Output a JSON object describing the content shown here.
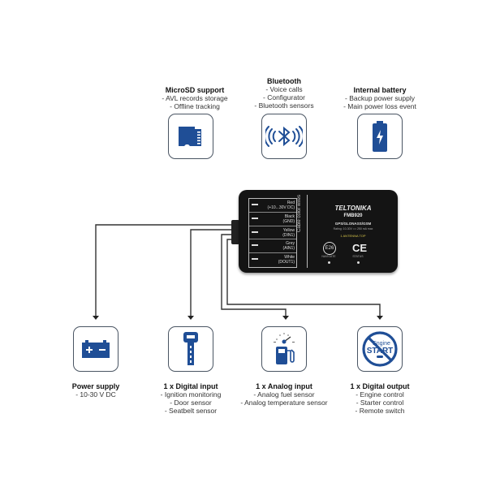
{
  "top_features": [
    {
      "title": "MicroSD support",
      "items": [
        "- AVL records storage",
        "- Offline tracking"
      ],
      "icon": "microsd-card-icon"
    },
    {
      "title": "Bluetooth",
      "items": [
        "- Voice calls",
        "- Configurator",
        "- Bluetooth sensors"
      ],
      "icon": "bluetooth-icon"
    },
    {
      "title": "Internal battery",
      "items": [
        "- Backup power supply",
        "- Main power loss event"
      ],
      "icon": "battery-icon"
    }
  ],
  "device": {
    "brand": "TELTONIKA",
    "model": "FMB920",
    "gnss": "GPS/GLONASS/GSM",
    "rating": "Rating: 10-30V == 250 mA max",
    "antenna": "1 ANTENNA TOP",
    "cable_label": "Cable color wires",
    "wires": [
      {
        "color": "Red",
        "signal": "(+10...30V DC)"
      },
      {
        "color": "Black",
        "signal": "(GND)"
      },
      {
        "color": "Yellow",
        "signal": "(DIN1)"
      },
      {
        "color": "Grey",
        "signal": "(AIN1)"
      },
      {
        "color": "White",
        "signal": "(DOUT1)"
      }
    ],
    "e_mark": "E26",
    "ce_mark": "CE",
    "led_navigate": "NAVIGATE",
    "led_status": "STATUS"
  },
  "bottom_features": [
    {
      "title": "Power supply",
      "items": [
        "- 10-30 V DC"
      ],
      "icon": "car-battery-icon"
    },
    {
      "title": "1 x Digital input",
      "items": [
        "- Ignition monitoring",
        "- Door sensor",
        "- Seatbelt sensor"
      ],
      "icon": "ignition-key-icon"
    },
    {
      "title": "1 x Analog input",
      "items": [
        "- Analog fuel sensor",
        "- Analog temperature sensor"
      ],
      "icon": "fuel-pump-gauge-icon"
    },
    {
      "title": "1 x Digital output",
      "items": [
        "- Engine control",
        "- Starter control",
        "- Remote switch"
      ],
      "icon": "no-engine-start-icon"
    }
  ],
  "engine_icon_text": {
    "line1": "Engine",
    "line2": "START"
  },
  "colors": {
    "icon_blue": "#1f4e96",
    "box_border": "#4a5563",
    "wire": "#333333",
    "device_body": "#141414"
  }
}
